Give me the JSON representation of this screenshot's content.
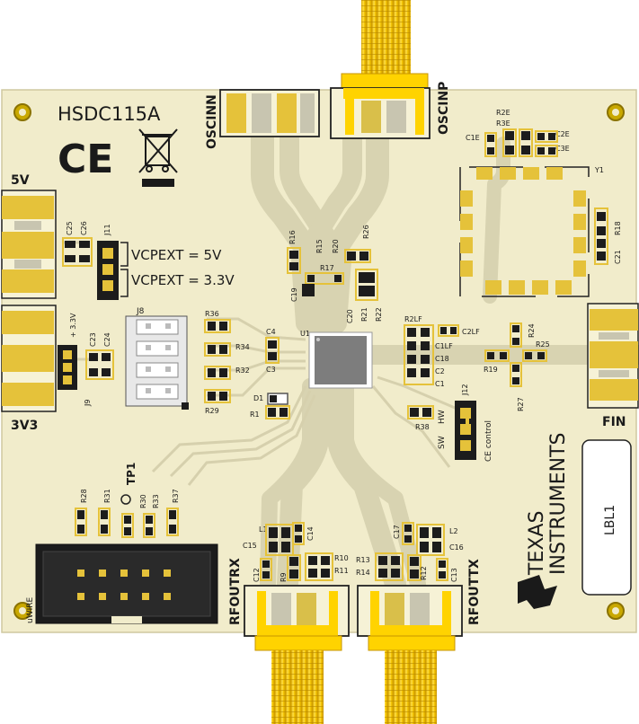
{
  "board": {
    "title": "HSDC115A",
    "ce_mark": "CE",
    "colors": {
      "substrate": "#f1eccb",
      "trace": "#d8d3b1",
      "gold": "#f0c900",
      "gold_dark": "#c99e00",
      "pad_dark": "#1c1c1c",
      "chip": "#7d7d7d",
      "connector_metal": "#f5c400"
    }
  },
  "connectors": {
    "oscinn": "OSCINN",
    "oscinp": "OSCINP",
    "rfoutrx": "RFOUTRX",
    "rfouttx": "RFOUTTX",
    "fin": "FIN",
    "v5": "5V",
    "v3v3": "3V3",
    "tp1": "TP1",
    "uwire": "uWIRE"
  },
  "notes": {
    "vcp_5v": "VCPEXT = 5V",
    "vcp_3v3": "VCPEXT = 3.3V",
    "plus_3v3": "+ 3.3V",
    "ce_control": "CE control",
    "hw": "HW",
    "sw": "SW",
    "lbl1": "LBL1",
    "ti_line1": "TEXAS",
    "ti_line2": "INSTRUMENTS"
  },
  "labels": {
    "c1e": "C1E",
    "r2e": "R2E",
    "r3e": "R3E",
    "c2e": "C2E",
    "c3e": "C3E",
    "y1": "Y1",
    "r18": "R18",
    "c21": "C21",
    "c25": "C25",
    "c26": "C26",
    "j11": "J11",
    "r16": "R16",
    "r15": "R15",
    "r20": "R20",
    "r26": "R26",
    "r17": "R17",
    "c19": "C19",
    "c20": "C20",
    "r21": "R21",
    "r22": "R22",
    "j8": "J8",
    "r36": "R36",
    "r34": "R34",
    "r32": "R32",
    "r29": "R29",
    "c23": "C23",
    "c24": "C24",
    "j9": "J9",
    "c4": "C4",
    "c3": "C3",
    "u1": "U1",
    "d1": "D1",
    "r1": "R1",
    "r2lf": "R2LF",
    "c2lf": "C2LF",
    "c1lf": "C1LF",
    "c18": "C18",
    "c2": "C2",
    "c1": "C1",
    "r19": "R19",
    "r24": "R24",
    "r25": "R25",
    "r27": "R27",
    "j12": "J12",
    "r38": "R38",
    "r28": "R28",
    "r31": "R31",
    "r30": "R30",
    "r33": "R33",
    "r37": "R37",
    "l1": "L1",
    "c14": "C14",
    "c15": "C15",
    "c12": "C12",
    "r9": "R9",
    "r10": "R10",
    "r11": "R11",
    "c17": "C17",
    "l2": "L2",
    "c16": "C16",
    "r13": "R13",
    "r14": "R14",
    "r12": "R12",
    "c13": "C13"
  }
}
